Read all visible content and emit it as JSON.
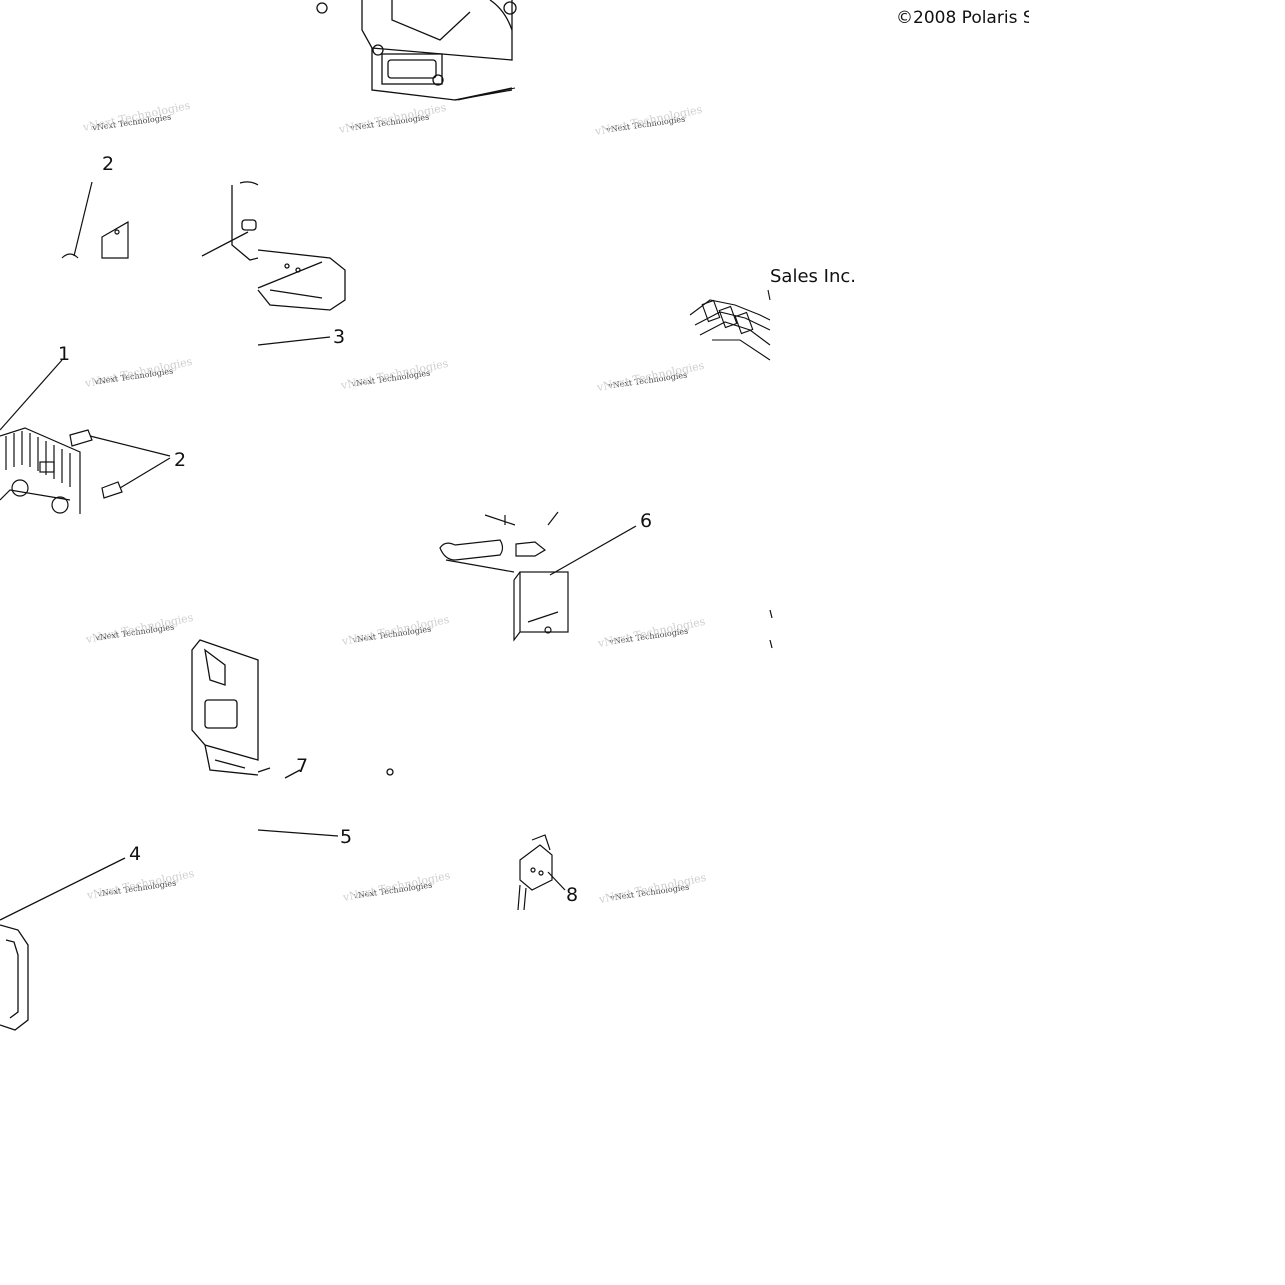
{
  "copyright": {
    "top": "©2008 Polaris S",
    "bottom": "Sales Inc."
  },
  "watermark": {
    "text": "vNext Technologies"
  },
  "callouts": [
    {
      "id": "c2a",
      "text": "2"
    },
    {
      "id": "c3",
      "text": "3"
    },
    {
      "id": "c1",
      "text": "1"
    },
    {
      "id": "c2b",
      "text": "2"
    },
    {
      "id": "c6",
      "text": "6"
    },
    {
      "id": "c7",
      "text": "7"
    },
    {
      "id": "c5",
      "text": "5"
    },
    {
      "id": "c4",
      "text": "4"
    },
    {
      "id": "c8",
      "text": "8"
    }
  ],
  "colors": {
    "line": "#111111",
    "background": "#ffffff"
  }
}
